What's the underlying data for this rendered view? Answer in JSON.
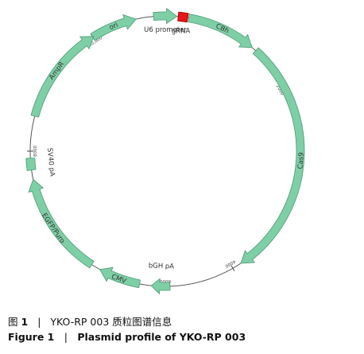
{
  "features": [
    {
      "name": "ori",
      "start": -32.5,
      "end": -12.5,
      "label": "ori",
      "label_pos": "on-arc"
    },
    {
      "name": "u6-promoter",
      "start": -5,
      "end": 5,
      "label": "U6 promoter",
      "label_pos": "below"
    },
    {
      "name": "grna",
      "start": 5.5,
      "end": 9.5,
      "label": "gRNA",
      "label_pos": "below"
    },
    {
      "name": "cbh",
      "start": 10,
      "end": 40,
      "label": "CBh",
      "label_pos": "on-arc"
    },
    {
      "name": "cas9",
      "start": 42,
      "end": 146,
      "label": "Cas9",
      "label_pos": "on-arc"
    },
    {
      "name": "bgh-pa",
      "start": 178,
      "end": 186,
      "label": "bGH pA",
      "label_pos": "outside"
    },
    {
      "name": "cmv",
      "start": 191,
      "end": 209,
      "label": "CMV",
      "label_pos": "on-arc"
    },
    {
      "name": "egfp-puro",
      "start": 213,
      "end": 258,
      "label": "EGFP/Puro",
      "label_pos": "on-arc"
    },
    {
      "name": "sv40-pa",
      "start": 262,
      "end": 267,
      "label": "SV40 pA",
      "label_pos": "outside"
    },
    {
      "name": "ampr",
      "start": 285,
      "end": 328,
      "label": "AmpR",
      "label_pos": "on-arc"
    }
  ],
  "ticks": [
    {
      "angle": 0,
      "label": ""
    },
    {
      "angle": -32.5,
      "label": "10,000"
    },
    {
      "angle": 62,
      "label": "2000"
    },
    {
      "angle": 150,
      "label": "4000"
    },
    {
      "angle": 180,
      "label": "6000"
    },
    {
      "angle": 270,
      "label": "8000"
    }
  ],
  "colors": {
    "feature_fill": "#7fcfa6",
    "feature_stroke": "#4a9a76",
    "grna": "#e8161b",
    "backbone": "#555555"
  },
  "caption": {
    "cn_prefix": "图",
    "cn_number": "1",
    "cn_text": "YKO-RP 003 质粒图谱信息",
    "en_prefix": "Figure 1",
    "en_text": "Plasmid profile of YKO-RP 003",
    "separator": "|"
  }
}
